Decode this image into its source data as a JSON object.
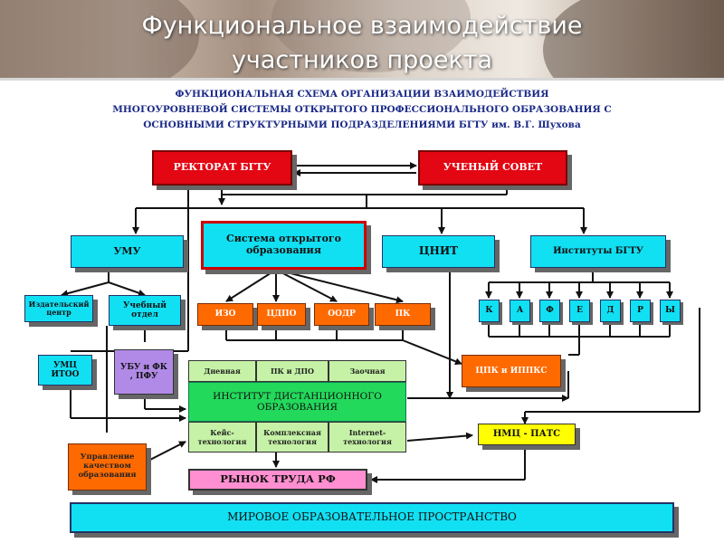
{
  "slide_title": [
    "Функциональное взаимодействие",
    "участников проекта"
  ],
  "diagram": {
    "heading": [
      "ФУНКЦИОНАЛЬНАЯ СХЕМА ОРГАНИЗАЦИИ ВЗАИМОДЕЙСТВИЯ",
      "МНОГОУРОВНЕВОЙ СИСТЕМЫ ОТКРЫТОГО ПРОФЕССИОНАЛЬНОГО ОБРАЗОВАНИЯ С",
      "ОСНОВНЫМИ СТРУКТУРНЫМИ ПОДРАЗДЕЛЕНИЯМИ БГТУ им. В.Г. Шухова"
    ],
    "rectorat": "РЕКТОРАТ БГТУ",
    "council": "УЧЕНЫЙ СОВЕТ",
    "umu": "УМУ",
    "open_system": "Система открытого образования",
    "cnit": "ЦНИТ",
    "institutes": "Институты БГТУ",
    "publishing": "Издательский центр",
    "study_dept": "Учебный отдел",
    "oso": [
      "ИЗО",
      "ЦДПО",
      "ООДР",
      "ПК"
    ],
    "departments": [
      "К",
      "А",
      "Ф",
      "Е",
      "Д",
      "Р",
      "Ы"
    ],
    "umc": "УМЦ ИТОО",
    "ubu": "УБУ и ФК , ПФУ",
    "cpk": "ЦПК и ИППКС",
    "forms": [
      "Дневная",
      "ПК и ДПО",
      "Заочная"
    ],
    "institute_do": "ИНСТИТУТ ДИСТАНЦИОННОГО ОБРАЗОВАНИЯ",
    "technologies": [
      "Кейс-технология",
      "Комплексная технология",
      "Internet-технология"
    ],
    "nmc": "НМЦ - ПАТС",
    "quality": "Управление качеством образования",
    "labor_market": "РЫНОК ТРУДА РФ",
    "world_space": "МИРОВОЕ ОБРАЗОВАТЕЛЬНОЕ ПРОСТРАНСТВО"
  },
  "colors": {
    "red": "#e30613",
    "cyan": "#11e0f3",
    "orange": "#ff6a00",
    "violet": "#b08ae6",
    "yellow": "#ffff00",
    "pink": "#ff8fd0",
    "green": "#23d95b",
    "light_green": "#c5f2a6",
    "heading_blue": "#1b2a87"
  }
}
